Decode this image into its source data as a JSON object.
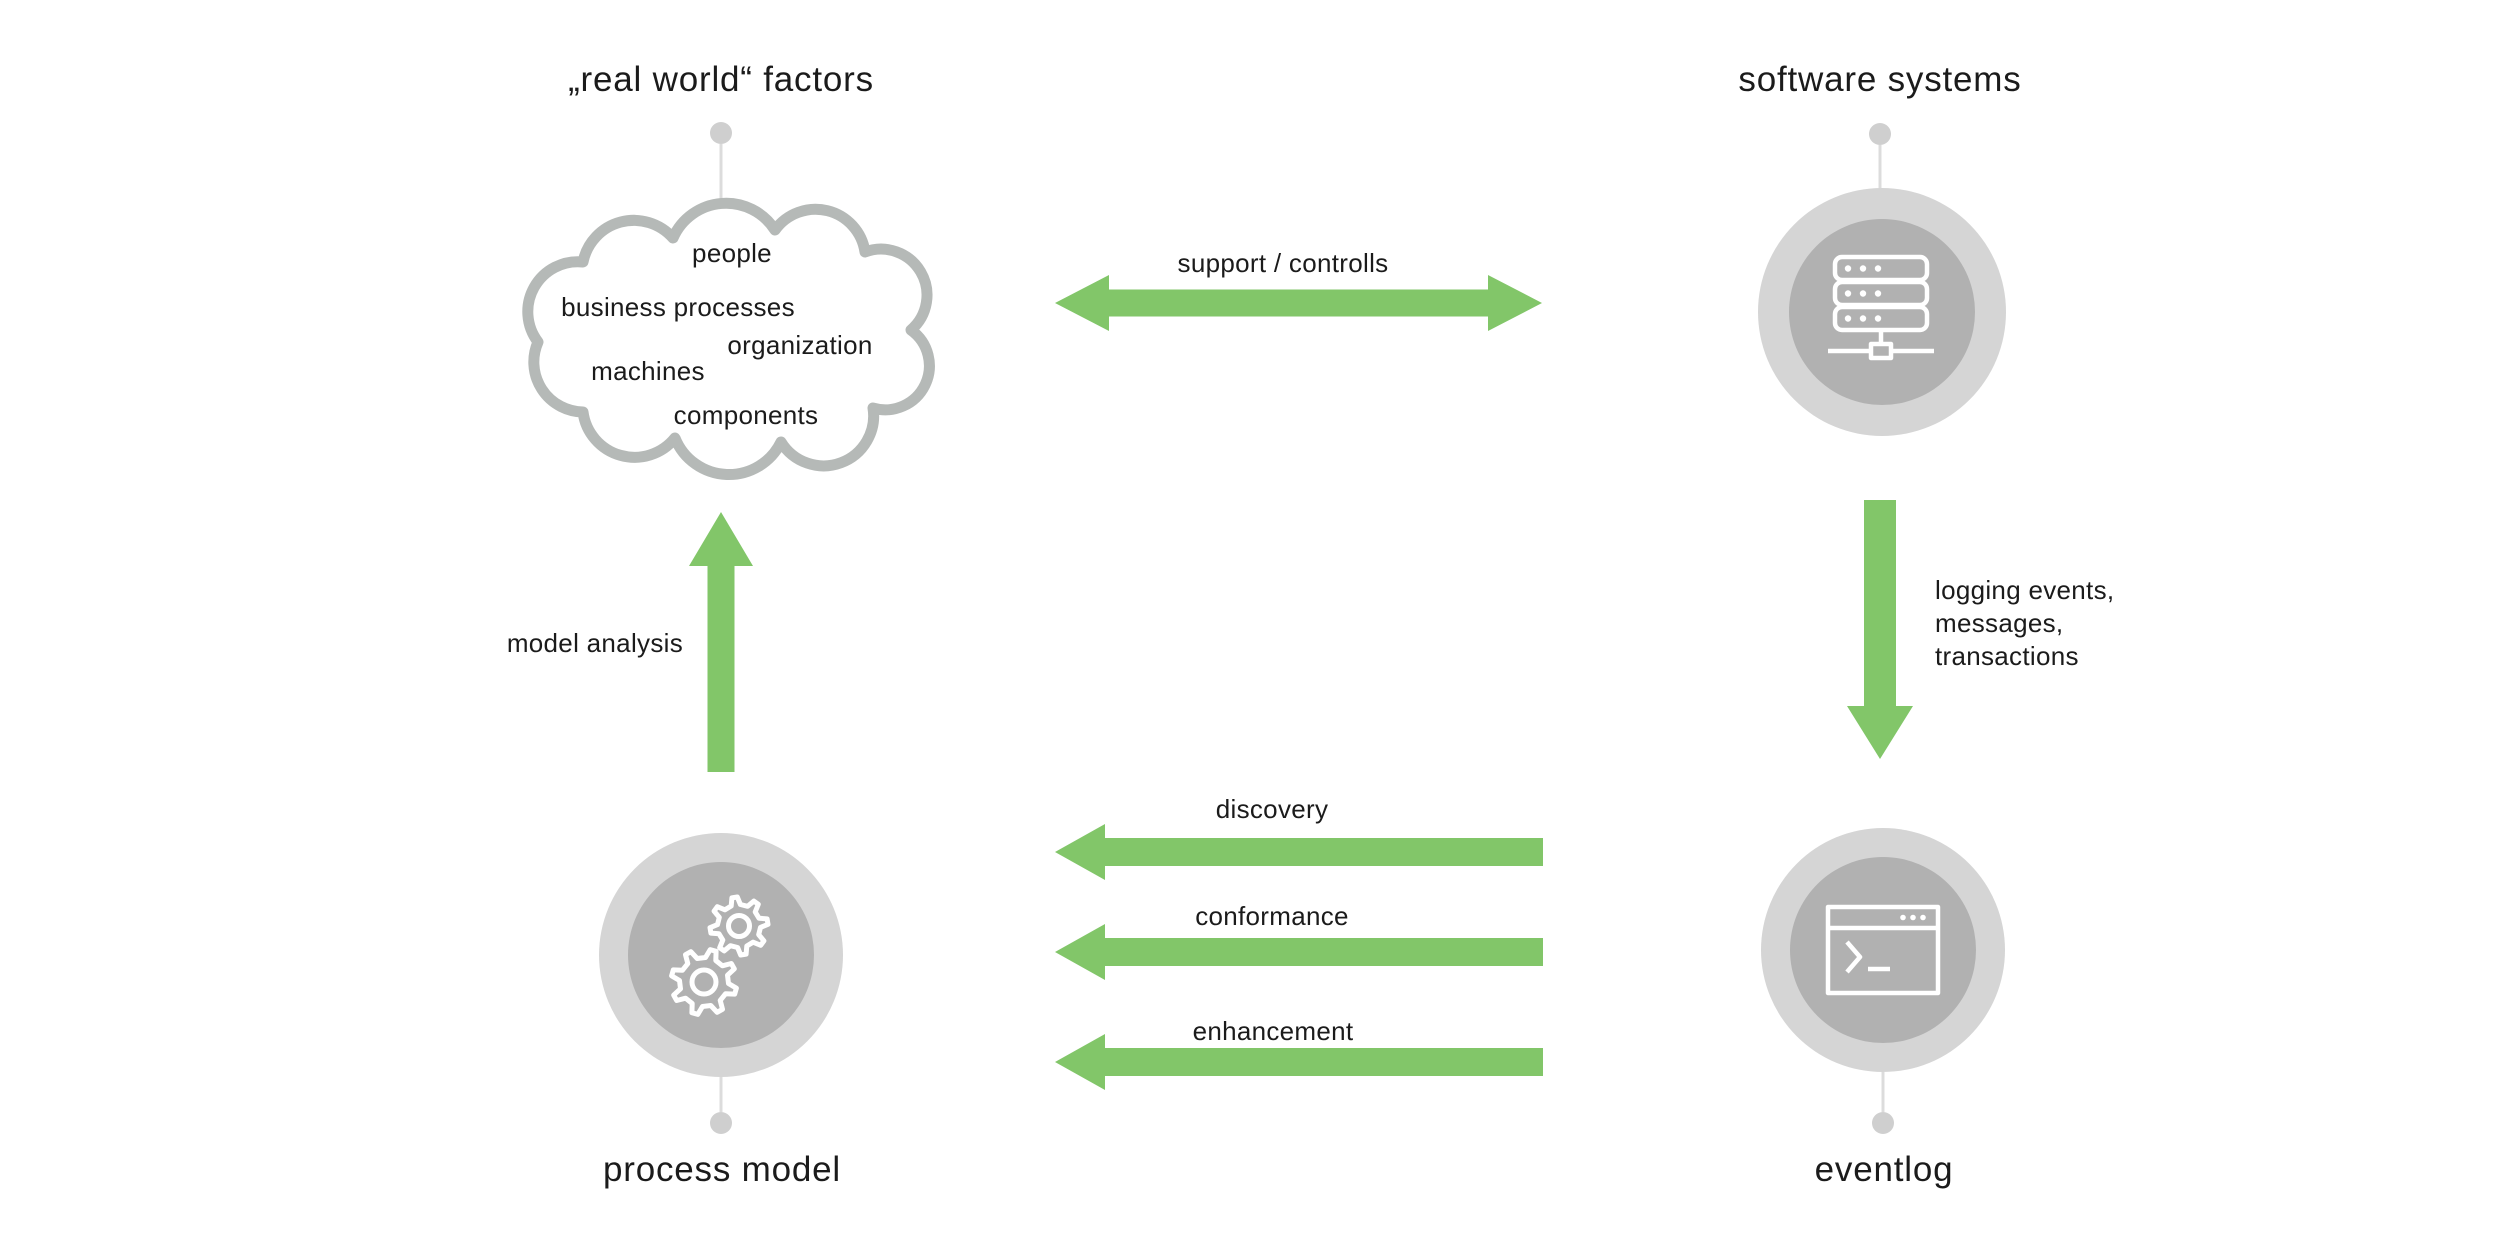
{
  "nodes": {
    "real_world": {
      "title": "„real world“ factors",
      "items": [
        "people",
        "business processes",
        "organization",
        "machines",
        "components"
      ],
      "icon": "cloud-shape"
    },
    "software_systems": {
      "title": "software systems",
      "icon": "server-icon"
    },
    "eventlog": {
      "title": "eventlog",
      "icon": "terminal-window-icon"
    },
    "process_model": {
      "title": "process model",
      "icon": "gears-icon"
    }
  },
  "edges": {
    "support": {
      "label": "support / controlls",
      "direction": "bidirectional"
    },
    "logging": {
      "lines": [
        "logging events,",
        "messages,",
        "transactions"
      ],
      "direction": "down"
    },
    "model_analysis": {
      "label": "model analysis",
      "direction": "up"
    },
    "discovery": {
      "label": "discovery",
      "direction": "left"
    },
    "conformance": {
      "label": "conformance",
      "direction": "left"
    },
    "enhancement": {
      "label": "enhancement",
      "direction": "left"
    }
  },
  "colors": {
    "arrow_green": "#82C669",
    "circle_outer": "#d5d5d5",
    "circle_inner": "#b1b1b1",
    "cloud_stroke": "#b5b9b7",
    "pin": "#cfcfcf",
    "stem": "#dcdcdc",
    "icon_stroke": "#ffffff",
    "text": "#1b1b1b",
    "background": "#ffffff"
  }
}
